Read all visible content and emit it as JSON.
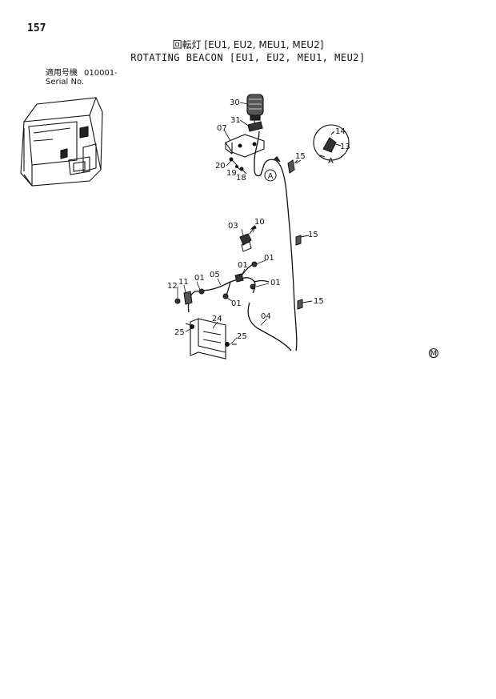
{
  "page_number": "157",
  "title_jp": "回転灯 [EU1, EU2, MEU1, MEU2]",
  "title_en": "ROTATING BEACON [EU1, EU2, MEU1, MEU2]",
  "serial": {
    "label_jp": "適用号機",
    "label_en": "Serial No.",
    "value": "010001-"
  },
  "detail_view": {
    "label": "A",
    "callouts": [
      "14",
      "13"
    ]
  },
  "part_callouts": [
    "30",
    "31",
    "07",
    "20",
    "19",
    "18",
    "A",
    "15",
    "03",
    "10",
    "01",
    "01",
    "01",
    "12",
    "11",
    "01",
    "05",
    "01",
    "04",
    "15",
    "15",
    "25",
    "24",
    "25"
  ],
  "mark": "M"
}
